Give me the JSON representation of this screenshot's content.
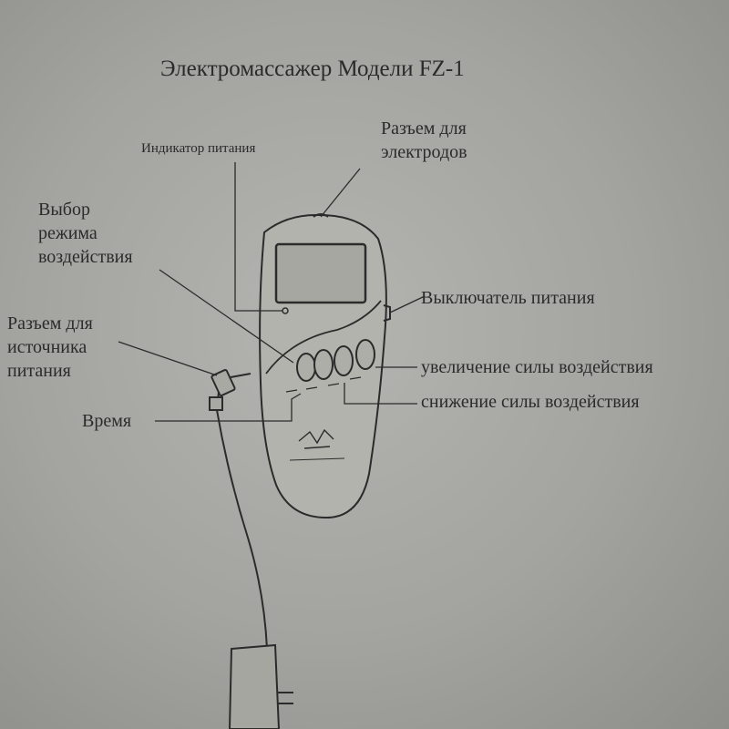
{
  "document": {
    "title": "Электромассажер Модели FZ-1"
  },
  "labels": {
    "power_indicator": "Индикатор питания",
    "electrode_jack": [
      "Разъем для",
      "электродов"
    ],
    "mode_select": [
      "Выбор",
      "режима",
      "воздействия"
    ],
    "power_jack": [
      "Разъем для",
      "источника",
      "питания"
    ],
    "power_switch": "Выключатель питания",
    "intensity_up": "увеличение силы воздействия",
    "intensity_down": "снижение силы воздействия",
    "timer": "Время"
  },
  "colors": {
    "ink": "#2b2b2b",
    "paper": "#a8a8a4",
    "device_body": "#b3b3ae",
    "panel": "#a9a9a4"
  }
}
